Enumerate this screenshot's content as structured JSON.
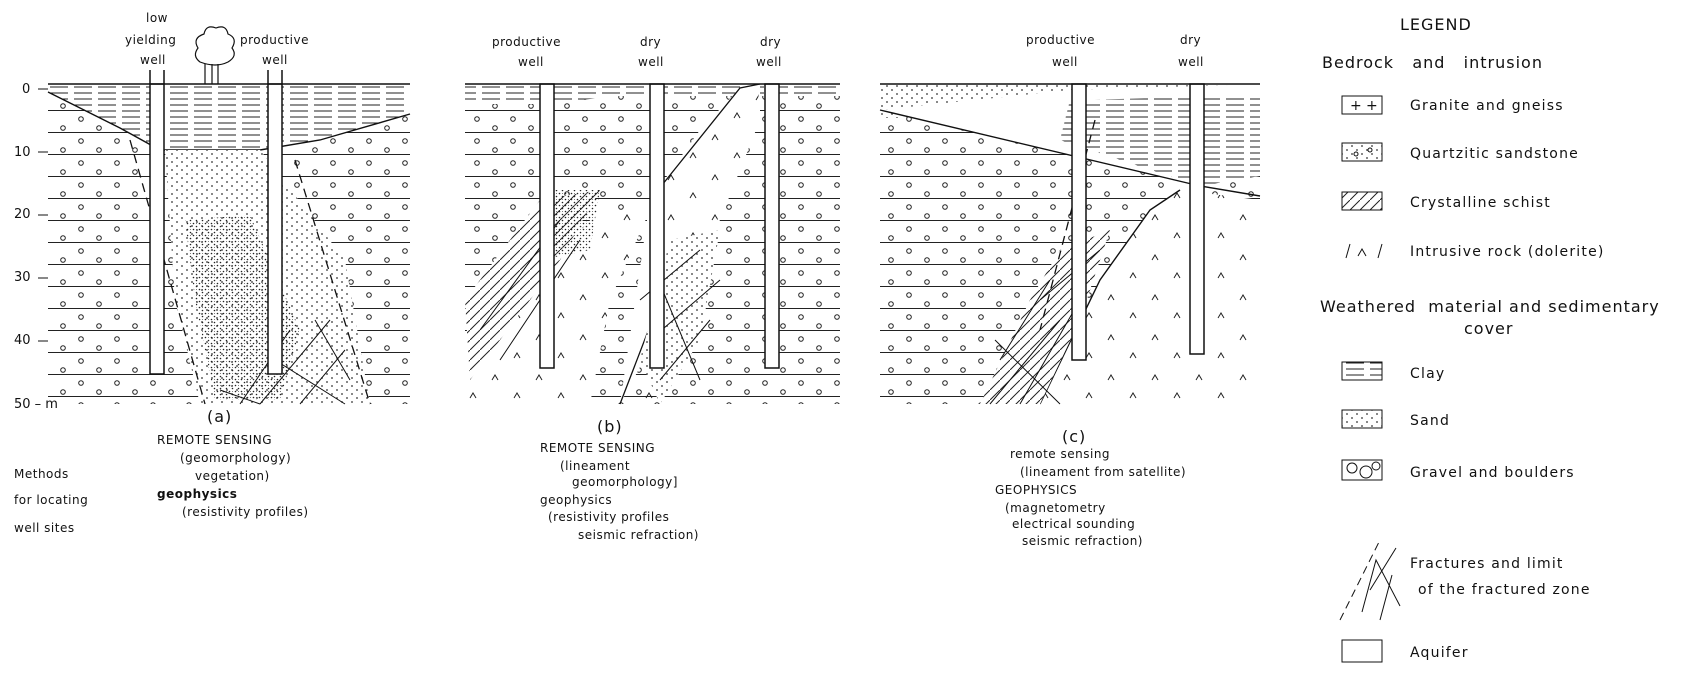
{
  "depth_axis": [
    "0",
    "10",
    "20",
    "30",
    "40",
    "50 – m"
  ],
  "panel_a": {
    "letter": "(a)",
    "well_left": [
      "low",
      "yielding",
      "well"
    ],
    "well_right": [
      "productive",
      "well"
    ],
    "methods": [
      "REMOTE SENSING",
      "(geomorphology)",
      "vegetation)",
      "geophysics",
      "(resistivity profiles)"
    ]
  },
  "panel_b": {
    "letter": "(b)",
    "well1": [
      "productive",
      "well"
    ],
    "well2": [
      "dry",
      "well"
    ],
    "well3": [
      "dry",
      "well"
    ],
    "methods": [
      "REMOTE SENSING",
      "(lineament",
      "geomorphology]",
      "geophysics",
      "(resistivity profiles",
      "seismic refraction)"
    ]
  },
  "panel_c": {
    "letter": "(c)",
    "well1": [
      "productive",
      "well"
    ],
    "well2": [
      "dry",
      "well"
    ],
    "methods": [
      "remote sensing",
      "(lineament from satellite)",
      "GEOPHYSICS",
      "(magnetometry",
      "electrical sounding",
      "seismic refraction)"
    ]
  },
  "methods_caption": [
    "Methods",
    "for locating",
    "well sites"
  ],
  "legend": {
    "title": "LEGEND",
    "bedrock_heading": "Bedrock   and   intrusion",
    "bedrock_items": [
      "Granite and gneiss",
      "Quartzitic sandstone",
      "Crystalline schist",
      "Intrusive rock (dolerite)"
    ],
    "weathered_heading_1": "Weathered  material and sedimentary",
    "weathered_heading_2": "cover",
    "weathered_items": [
      "Clay",
      "Sand",
      "Gravel and boulders"
    ],
    "fractures_1": "Fractures and limit",
    "fractures_2": "of the fractured zone",
    "aquifer": "Aquifer"
  }
}
